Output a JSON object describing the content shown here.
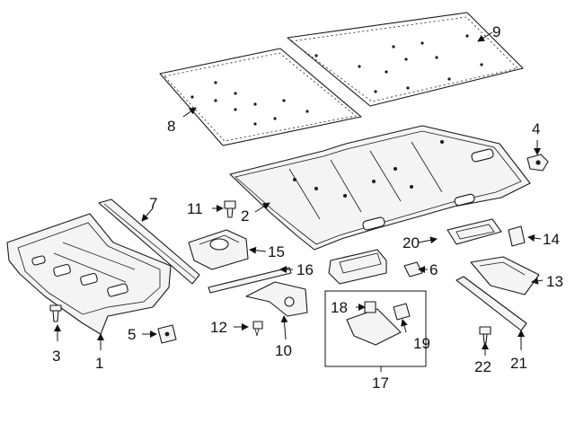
{
  "diagram": {
    "callouts": [
      {
        "id": "c1",
        "label": "1"
      },
      {
        "id": "c2",
        "label": "2"
      },
      {
        "id": "c3",
        "label": "3"
      },
      {
        "id": "c4",
        "label": "4"
      },
      {
        "id": "c5",
        "label": "5"
      },
      {
        "id": "c6",
        "label": "6"
      },
      {
        "id": "c7",
        "label": "7"
      },
      {
        "id": "c8",
        "label": "8"
      },
      {
        "id": "c9",
        "label": "9"
      },
      {
        "id": "c10",
        "label": "10"
      },
      {
        "id": "c11",
        "label": "11"
      },
      {
        "id": "c12",
        "label": "12"
      },
      {
        "id": "c13",
        "label": "13"
      },
      {
        "id": "c14",
        "label": "14"
      },
      {
        "id": "c15",
        "label": "15"
      },
      {
        "id": "c16",
        "label": "16"
      },
      {
        "id": "c17",
        "label": "17"
      },
      {
        "id": "c18",
        "label": "18"
      },
      {
        "id": "c19",
        "label": "19"
      },
      {
        "id": "c20",
        "label": "20"
      },
      {
        "id": "c21",
        "label": "21"
      },
      {
        "id": "c22",
        "label": "22"
      }
    ]
  }
}
